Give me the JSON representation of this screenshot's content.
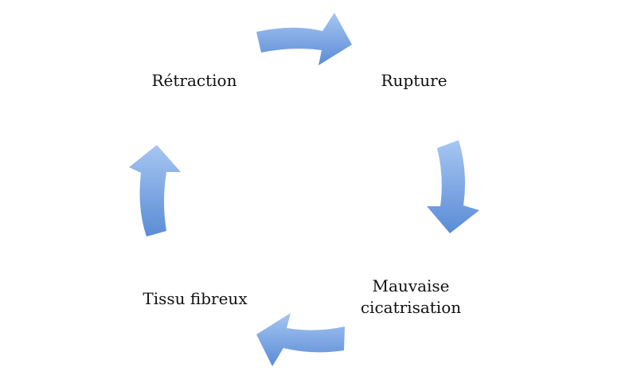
{
  "diagram": {
    "type": "cycle",
    "arrow_color": "#6f9de0",
    "arrow_color_dark": "#4f81c9",
    "nodes": {
      "retraction": "Rétraction",
      "rupture": "Rupture",
      "mauvaise_line1": "Mauvaise",
      "mauvaise_line2": "cicatrisation",
      "tissu": "Tissu fibreux"
    }
  }
}
